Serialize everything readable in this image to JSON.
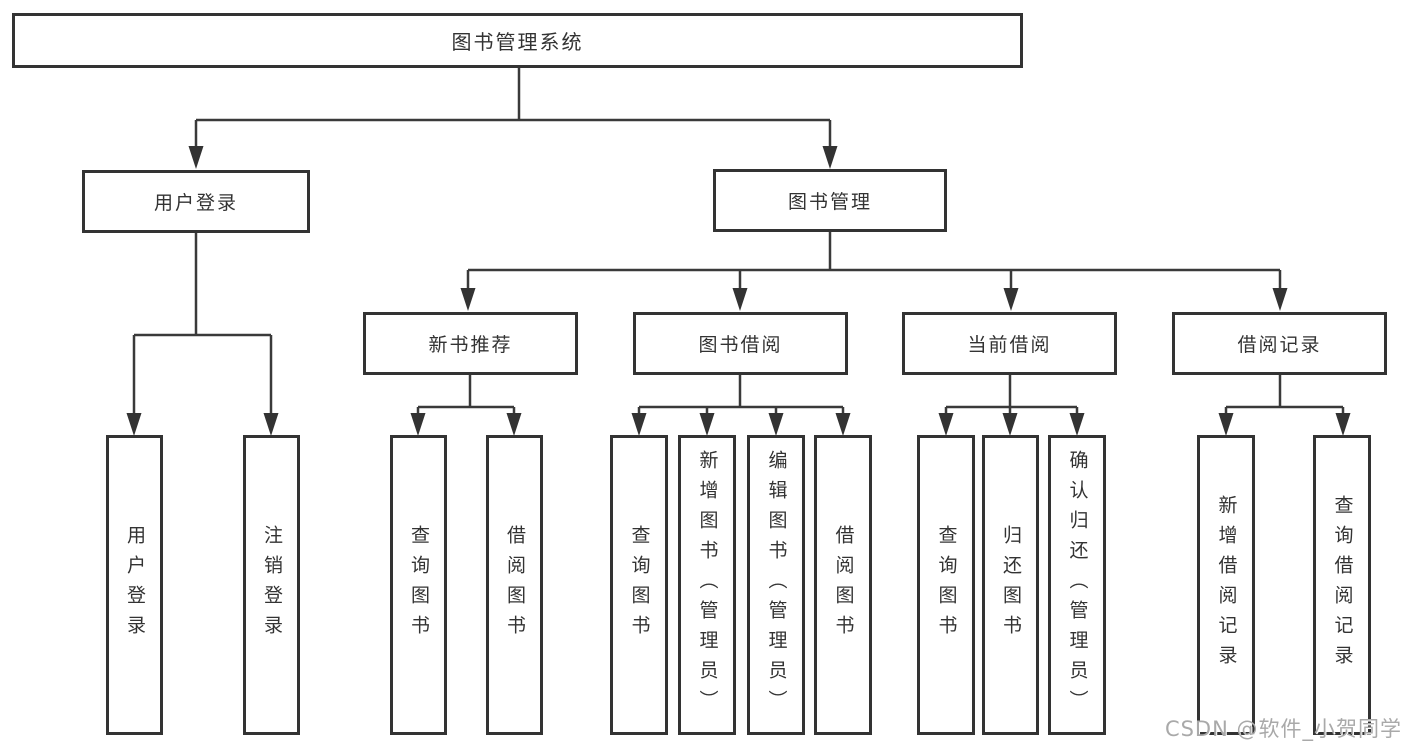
{
  "root": {
    "label": "图书管理系统"
  },
  "branches": [
    {
      "label": "用户登录",
      "leaves": [
        "用户登录",
        "注销登录"
      ]
    },
    {
      "label": "图书管理",
      "groups": [
        {
          "label": "新书推荐",
          "leaves": [
            "查询图书",
            "借阅图书"
          ]
        },
        {
          "label": "图书借阅",
          "leaves": [
            "查询图书",
            "新增图书（管理员）",
            "编辑图书（管理员）",
            "借阅图书"
          ]
        },
        {
          "label": "当前借阅",
          "leaves": [
            "查询图书",
            "归还图书",
            "确认归还（管理员）"
          ]
        },
        {
          "label": "借阅记录",
          "leaves": [
            "新增借阅记录",
            "查询借阅记录"
          ]
        }
      ]
    }
  ],
  "watermark": "CSDN @软件_小贺同学",
  "colors": {
    "line": "#3a3a3a",
    "border": "#333333",
    "text": "#333333",
    "watermark": "#a9a9a9",
    "background": "#ffffff"
  }
}
